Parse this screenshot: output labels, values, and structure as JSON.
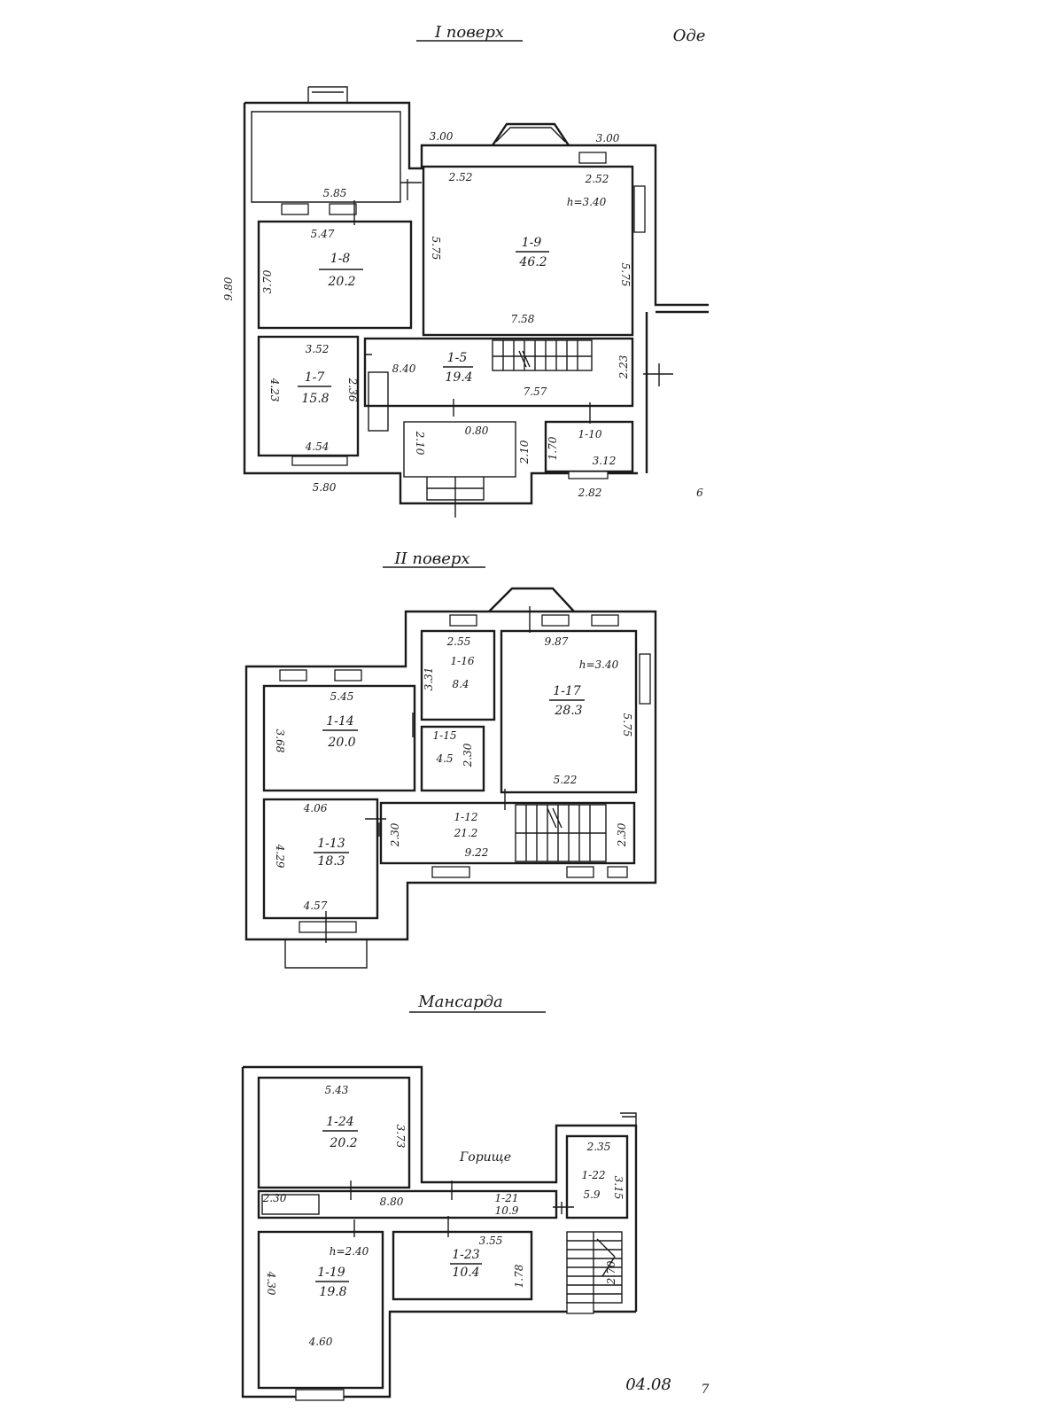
{
  "titles": {
    "floor1": "I поверх",
    "floor2": "II поверх",
    "attic": "Мансарда",
    "corner": "Оде"
  },
  "footer": {
    "date": "04.08",
    "mark": "7"
  },
  "floor1": {
    "rooms": [
      {
        "id": "1-9",
        "area": "46.2"
      },
      {
        "id": "1-8",
        "area": "20.2"
      },
      {
        "id": "1-7",
        "area": "15.8"
      },
      {
        "id": "1-5",
        "area": "19.4"
      },
      {
        "id": "1-10",
        "area": "3.12"
      }
    ],
    "dims": [
      "3.00",
      "3.00",
      "2.52",
      "2.52",
      "h=3.40",
      "5.85",
      "5.47",
      "5.75",
      "5.75",
      "3.70",
      "9.80",
      "7.58",
      "3.52",
      "4.23",
      "2.36",
      "8.40",
      "7.57",
      "2.23",
      "4.54",
      "0.80",
      "2.10",
      "2.10",
      "1.70",
      "5.80",
      "2.82",
      "6"
    ]
  },
  "floor2": {
    "rooms": [
      {
        "id": "1-16",
        "area": "8.4"
      },
      {
        "id": "1-17",
        "area": "28.3"
      },
      {
        "id": "1-14",
        "area": "20.0"
      },
      {
        "id": "1-15",
        "area": "4.5"
      },
      {
        "id": "1-13",
        "area": "18.3"
      },
      {
        "id": "1-12",
        "area": "21.2"
      }
    ],
    "dims": [
      "2.55",
      "9.87",
      "h=3.40",
      "3.31",
      "5.45",
      "3.68",
      "5.75",
      "2.30",
      "5.22",
      "4.06",
      "4.29",
      "2.30",
      "9.22",
      "2.30",
      "4.57"
    ]
  },
  "attic": {
    "label": "Горище",
    "rooms": [
      {
        "id": "1-24",
        "area": "20.2"
      },
      {
        "id": "1-22",
        "area": "5.9"
      },
      {
        "id": "1-21",
        "area": "10.9"
      },
      {
        "id": "1-19",
        "area": "19.8"
      },
      {
        "id": "1-23",
        "area": "10.4"
      }
    ],
    "dims": [
      "5.43",
      "3.73",
      "2.35",
      "3.15",
      "2.30",
      "8.80",
      "3.55",
      "h=2.40",
      "4.30",
      "4.60",
      "1.78",
      "2.70"
    ]
  }
}
